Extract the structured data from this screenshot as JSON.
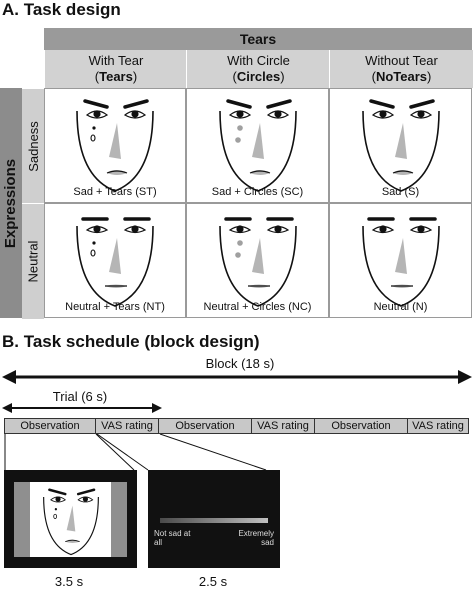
{
  "task_design": {
    "title": "A. Task design",
    "top_header": "Tears",
    "expressions_label": "Expressions",
    "columns": [
      {
        "label": "With Tear",
        "short": "Tears"
      },
      {
        "label": "With Circle",
        "short": "Circles"
      },
      {
        "label": "Without Tear",
        "short": "NoTears"
      }
    ],
    "rows": [
      {
        "label": "Sadness",
        "cells": [
          "Sad + Tears (ST)",
          "Sad + Circles (SC)",
          "Sad (S)"
        ]
      },
      {
        "label": "Neutral",
        "cells": [
          "Neutral + Tears (NT)",
          "Neutral + Circles (NC)",
          "Neutral (N)"
        ]
      }
    ]
  },
  "schedule": {
    "title": "B. Task schedule (block design)",
    "block_label": "Block (18 s)",
    "trial_label": "Trial (6 s)",
    "segments": [
      "Observation",
      "VAS rating",
      "Observation",
      "VAS rating",
      "Observation",
      "VAS rating"
    ],
    "vas_left": "Not sad at all",
    "vas_right": "Extremely sad",
    "durations": [
      "3.5 s",
      "2.5 s"
    ]
  }
}
